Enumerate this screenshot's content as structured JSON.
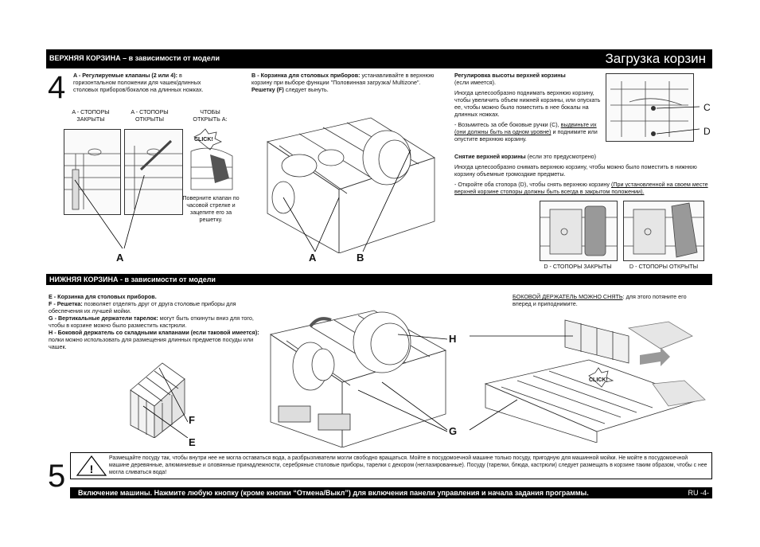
{
  "upper": {
    "bar_title": "ВЕРХНЯЯ КОРЗИНА – в зависимости от модели",
    "page_title": "Загрузка корзин",
    "step": "4",
    "a_title": "A - Регулируемые клапаны (2 или 4):",
    "a_text": "в горизонтальном положении для чашек/длинных столовых приборов/бокалов на длинных ножках.",
    "a_closed": "A - СТОПОРЫ ЗАКРЫТЫ",
    "a_open": "A - СТОПОРЫ ОТКРЫТЫ",
    "to_open": "ЧТОБЫ ОТКРЫТЬ A:",
    "click": "CLICK!",
    "rotate_text": "Поверните клапан по часовой стрелке и зацепите его за решетку.",
    "label_a": "A",
    "b_title": "B - Корзинка для столовых приборов:",
    "b_text": "устанавливайте в верхнюю корзину при выборе функции \"Половинная загрузка/ Multizone\".",
    "f_line_pre": "Решетку (F)",
    "f_line_post": "следует вынуть.",
    "label_a2": "A",
    "label_b": "B",
    "height_title": "Регулировка высоты верхней корзины",
    "height_sub": "(если имеется).",
    "height_text": "Иногда целесообразно поднимать верхнюю корзину, чтобы увеличить объем нижней корзины, или опускать ее, чтобы можно было поместить в нее бокалы на длинных ножках.",
    "height_action_pre": "- Возьмитесь за обе боковые ручки (C),",
    "height_action_u": "выдвиньте их (они должны быть на одном уровне)",
    "height_action_post": "и поднимите или опустите верхнюю корзину.",
    "label_c": "C",
    "label_d": "D",
    "remove_title": "Снятие верхней корзины",
    "remove_sub": "(если это предусмотрено)",
    "remove_text": "Иногда целесообразно снимать верхнюю корзину, чтобы можно было поместить в нижнюю корзину объемные громоздкие предметы.",
    "remove_action_pre": "- Откройте оба стопора (D), чтобы снять верхнюю корзину",
    "remove_action_u": "(При установленной на своем месте верхней корзине стопоры должны быть всегда в закрытом положении).",
    "d_closed": "D - СТОПОРЫ ЗАКРЫТЫ",
    "d_open": "D - СТОПОРЫ ОТКРЫТЫ"
  },
  "lower": {
    "bar_title": "НИЖНЯЯ КОРЗИНА - в зависимости от модели",
    "e_title": "E - Корзинка для столовых приборов.",
    "f_title": "F - Решетка:",
    "f_text": "позволяет отделять друг от друга столовые приборы для обеспечения их лучшей мойки.",
    "g_title": "G - Вертикальные держатели тарелок:",
    "g_text": "могут быть откинуты вниз для того, чтобы в корзине можно было разместить кастрюли.",
    "h_title": "H - Боковой держатель со складными клапанами",
    "h_sub": "(если таковой имеется):",
    "h_text": "полки можно использовать для размещения длинных предметов посуды или чашек.",
    "side_u": "БОКОВОЙ ДЕРЖАТЕЛЬ МОЖНО СНЯТЬ",
    "side_text": ": для этого потяните его вперед и приподнимите.",
    "click": "CLICK!",
    "label_e": "E",
    "label_f": "F",
    "label_g": "G",
    "label_h": "H"
  },
  "step5": {
    "step": "5",
    "warning": "Размещайте посуду так, чтобы внутри нее не могла оставаться вода, а разбрызгиватели могли свободно вращаться. Мойте в посудомоечной машине только посуду, пригодную для машинной мойки. Не мойте в посудомоечной машине деревянные, алюминиевые и оловянные принадлежности, серебряные столовые приборы, тарелки с декором (неглазированные). Посуду (тарелки, блюда, кастрюли) следует размещать в корзине таким образом, чтобы с нее могла сливаться вода!",
    "footer": "Включение машины. Нажмите любую кнопку (кроме кнопки “Отмена/Выкл”) для включения панели управления и начала задания программы.",
    "lang": "RU",
    "page": "-4-"
  }
}
